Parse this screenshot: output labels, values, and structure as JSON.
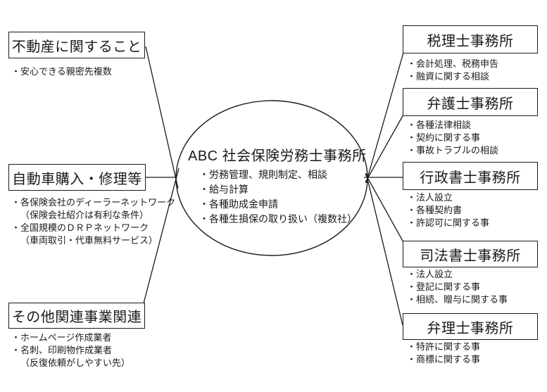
{
  "diagram": {
    "center": {
      "title": "ABC 社会保険労務士事務所",
      "bullets": [
        "・労務管理、規則制定、相談",
        "・給与計算",
        "・各種助成金申請",
        "・各種生損保の取り扱い（複数社）"
      ]
    },
    "left_boxes": [
      {
        "title": "不動産に関すること",
        "bullets": [
          "・安心できる親密先複数"
        ]
      },
      {
        "title": "自動車購入・修理等",
        "bullets": [
          "・各保険会社のディーラーネットワーク",
          "（保険会社紹介は有利な条件）",
          "・全国規模のＤＲＰネットワーク",
          "（車両取引・代車無料サービス）"
        ]
      },
      {
        "title": "その他関連事業関連",
        "bullets": [
          "・ホームページ作成業者",
          "・名刺、印刷物作成業者",
          "（反復依頼がしやすい先）"
        ]
      }
    ],
    "right_boxes": [
      {
        "title": "税理士事務所",
        "bullets": [
          "・会計処理、税務申告",
          "・融資に関する相談"
        ]
      },
      {
        "title": "弁護士事務所",
        "bullets": [
          "・各種法律相談",
          "・契約に関する事",
          "・事故トラブルの相談"
        ]
      },
      {
        "title": "行政書士事務所",
        "bullets": [
          "・法人設立",
          "・各種契約書",
          "・許認可に関する事"
        ]
      },
      {
        "title": "司法書士事務所",
        "bullets": [
          "・法人設立",
          "・登記に関する事",
          "・相続、贈与に関する事"
        ]
      },
      {
        "title": "弁理士事務所",
        "bullets": [
          "・特許に関する事",
          "・商標に関する事"
        ]
      }
    ],
    "colors": {
      "line": "#1a1a1a",
      "text": "#1a1a1a",
      "background": "#ffffff"
    }
  }
}
